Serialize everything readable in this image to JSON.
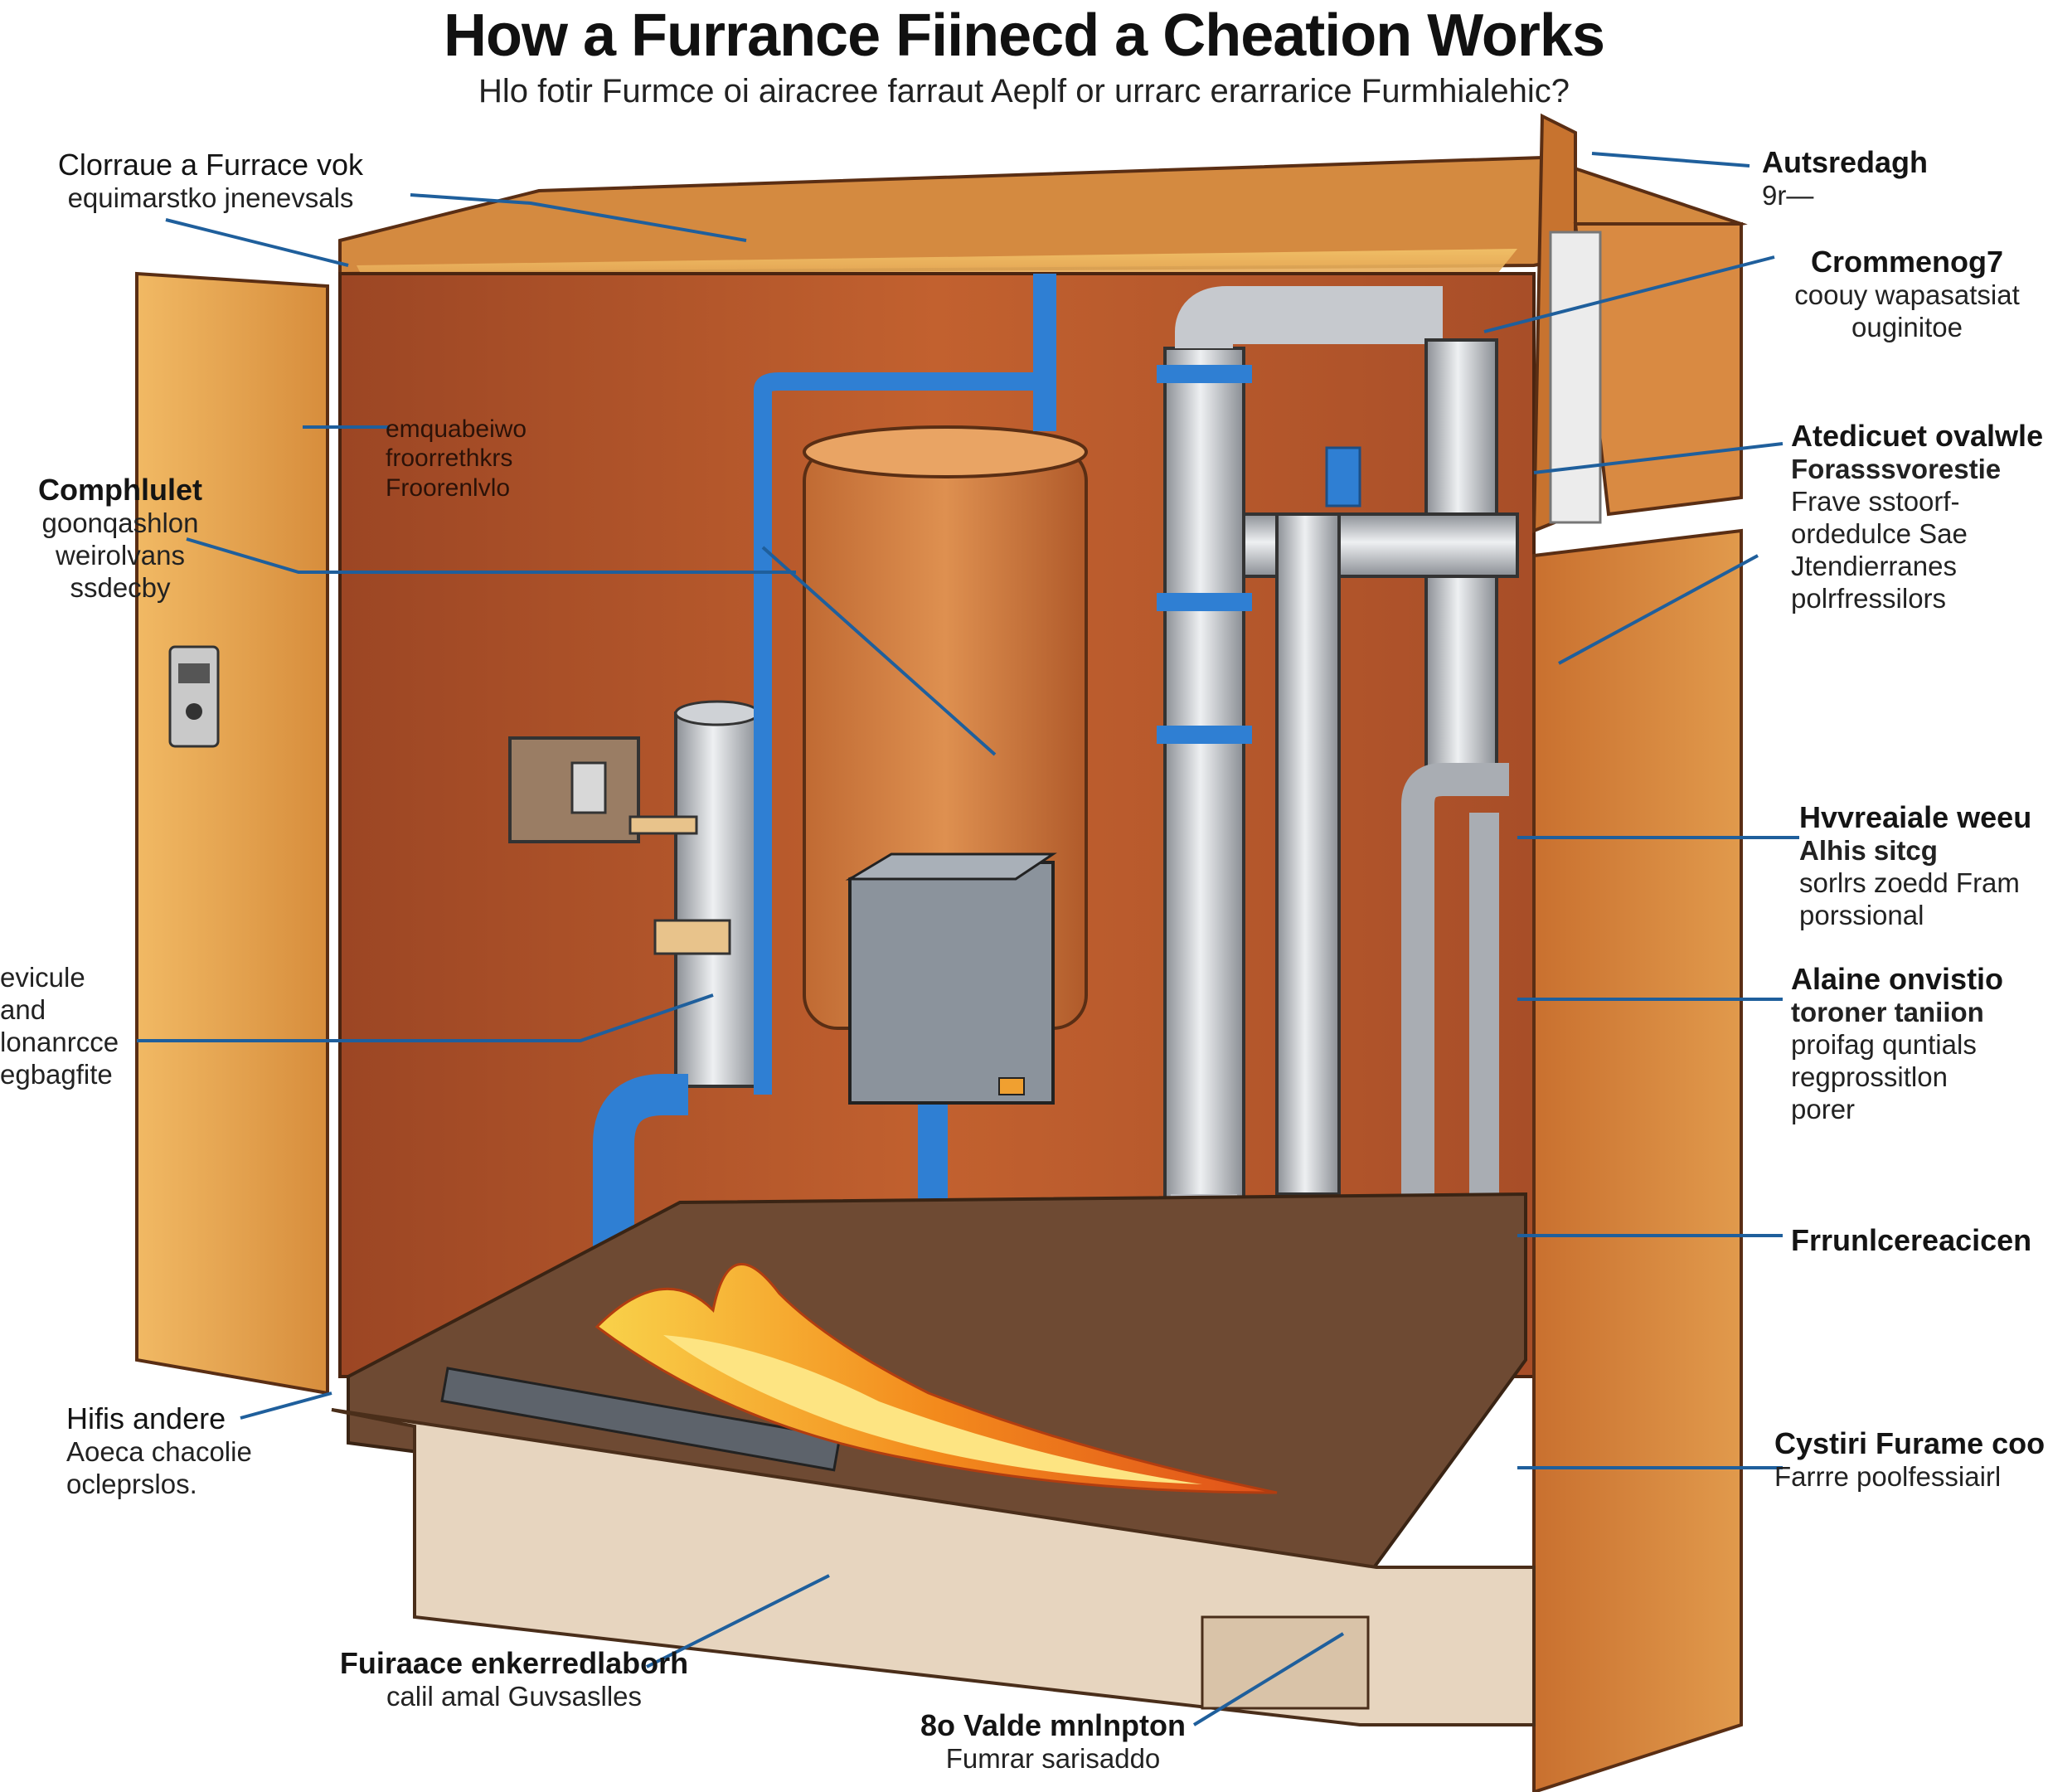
{
  "title": "How a Furrance Fiinecd a Cheation Works",
  "subtitle": "Hlo fotir Furmce oi airacree farraut Aeplf or urrarc erarrarice Furmhialehic?",
  "labels": {
    "top_left": {
      "head": "Clorraue a Furrace vok",
      "lines": [
        "equimarstko jnenevsals"
      ]
    },
    "center_inside": {
      "head": "",
      "lines": [
        "emquabeiwo",
        "froorrethkrs",
        "Froorenlvlo"
      ]
    },
    "left_mid": {
      "head": "Comphlulet",
      "lines": [
        "goonqashlon",
        "weirolvans",
        "ssdecby"
      ]
    },
    "left_lower": {
      "head": "",
      "lines": [
        "evicule",
        "and",
        "lonanrcce",
        "egbagfite"
      ]
    },
    "bottom_left": {
      "head": "Hifis andere",
      "lines": [
        "Aoeca chacolie",
        "ocleprslos."
      ]
    },
    "bottom_center": {
      "head": "Fuiraace enkerredlaborh",
      "lines": [
        "calil amal Guvsaslles"
      ]
    },
    "bottom_valve": {
      "head": "8o Valde mnlnpton",
      "lines": [
        "Fumrar sarisaddo"
      ]
    },
    "top_right": {
      "head": "Autsredagh",
      "lines": [
        "9r—"
      ]
    },
    "right_1": {
      "head": "Crommenog7",
      "lines": [
        "coouy wapasatsiat",
        "ouginitoe"
      ]
    },
    "right_2": {
      "head": "Atedicuet ovalwle",
      "lines": [
        "Forasssvorestie",
        "Frave sstoorf-",
        "ordedulce Sae",
        "Jtendierranes",
        "polrfressilors"
      ]
    },
    "right_3": {
      "head": "Hvvreaiale weeu",
      "lines": [
        "Alhis sitcg",
        "sorlrs zoedd Fram",
        "porssional"
      ]
    },
    "right_4": {
      "head": "Alaine onvistio",
      "lines": [
        "toroner taniion",
        "proifag quntials",
        "regprossitlon",
        "porer"
      ]
    },
    "right_5": {
      "head": "Frrunlcereacicen",
      "lines": []
    },
    "right_6": {
      "head": "Cystiri Furame coo",
      "lines": [
        "Farrre poolfessiairl"
      ]
    }
  },
  "colors": {
    "cabinet_orange": "#e3a24f",
    "interior_rust": "#b4542a",
    "pipe_blue": "#2f7fd3",
    "pipe_silver": "#b9bcc2",
    "flame_orange": "#f27a1a",
    "leader_line": "#1f5f9c"
  },
  "icons": [
    "control-box-icon",
    "thermostat-icon",
    "flame-icon"
  ]
}
